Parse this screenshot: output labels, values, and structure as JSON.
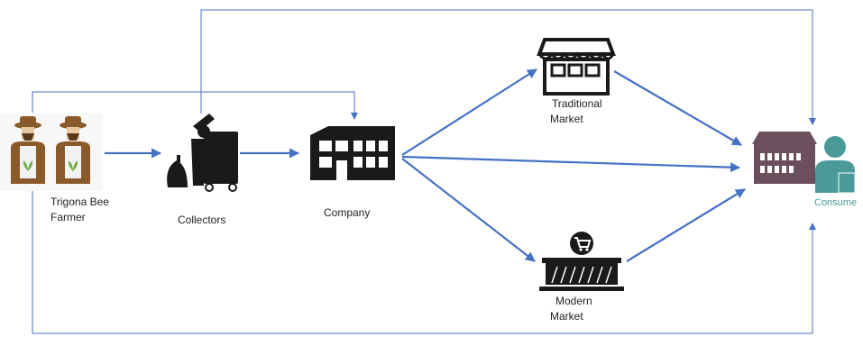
{
  "nodes": {
    "farmer": {
      "label_line1": "Trigona Bee",
      "label_line2": "Farmer",
      "icon": "farmer-icon"
    },
    "collectors": {
      "label": "Collectors",
      "icon": "collector-icon"
    },
    "company": {
      "label": "Company",
      "icon": "company-building-icon"
    },
    "traditional_market": {
      "label_line1": "Traditional",
      "label_line2": "Market",
      "icon": "traditional-market-icon"
    },
    "modern_market": {
      "label_line1": "Modern",
      "label_line2": "Market",
      "icon": "modern-market-icon"
    },
    "consumer": {
      "label": "Consume",
      "icon": "consumer-icon"
    }
  },
  "colors": {
    "arrow": "#4472c4",
    "farmer_clothes": "#8b5a2b",
    "farmer_shirt": "#f2f2f2",
    "farmer_leaf": "#70ad47",
    "consumer_building": "#6b4f5c",
    "consumer_people": "#4a9a99",
    "icon_dark": "#1a1a1a"
  },
  "edges": [
    {
      "from": "farmer",
      "to": "collectors"
    },
    {
      "from": "collectors",
      "to": "company"
    },
    {
      "from": "company",
      "to": "traditional_market"
    },
    {
      "from": "company",
      "to": "consumer"
    },
    {
      "from": "company",
      "to": "modern_market"
    },
    {
      "from": "traditional_market",
      "to": "consumer"
    },
    {
      "from": "modern_market",
      "to": "consumer"
    },
    {
      "from": "farmer",
      "to": "company"
    },
    {
      "from": "collectors",
      "to": "consumer"
    },
    {
      "from": "farmer",
      "to": "consumer"
    }
  ]
}
